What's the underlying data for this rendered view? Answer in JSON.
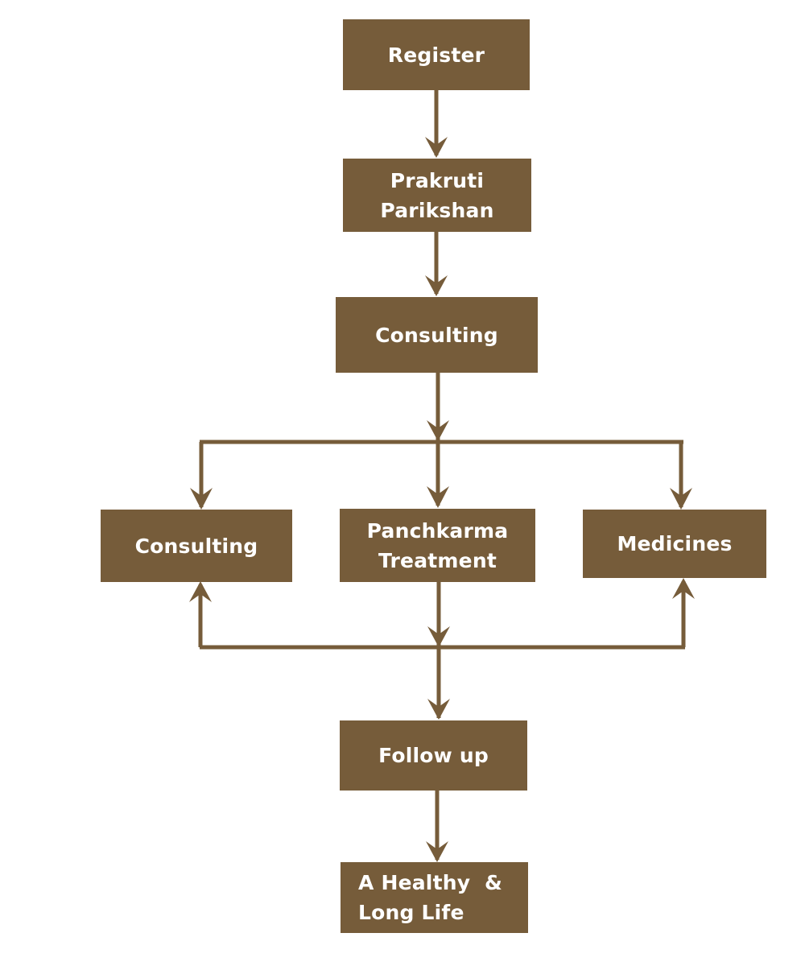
{
  "diagram": {
    "type": "flowchart",
    "colors": {
      "node_fill": "#765c3a",
      "node_text": "#ffffff",
      "connector": "#765c3a",
      "background": "#ffffff"
    },
    "nodes": [
      {
        "id": "register",
        "label": "Register"
      },
      {
        "id": "prakruti",
        "label": "Prakruti\nParikshan"
      },
      {
        "id": "consulting-main",
        "label": "Consulting"
      },
      {
        "id": "consulting",
        "label": "Consulting"
      },
      {
        "id": "panchkarma",
        "label": "Panchkarma\nTreatment"
      },
      {
        "id": "medicines",
        "label": "Medicines"
      },
      {
        "id": "follow-up",
        "label": "Follow up"
      },
      {
        "id": "healthy-life",
        "label": "A Healthy  &\nLong Life"
      }
    ],
    "edges": [
      {
        "from": "register",
        "to": "prakruti"
      },
      {
        "from": "prakruti",
        "to": "consulting-main"
      },
      {
        "from": "consulting-main",
        "to": "consulting"
      },
      {
        "from": "consulting-main",
        "to": "panchkarma"
      },
      {
        "from": "consulting-main",
        "to": "medicines"
      },
      {
        "from": "panchkarma",
        "to": "follow-up"
      },
      {
        "from": "panchkarma",
        "to": "consulting"
      },
      {
        "from": "panchkarma",
        "to": "medicines"
      },
      {
        "from": "follow-up",
        "to": "healthy-life"
      }
    ]
  }
}
